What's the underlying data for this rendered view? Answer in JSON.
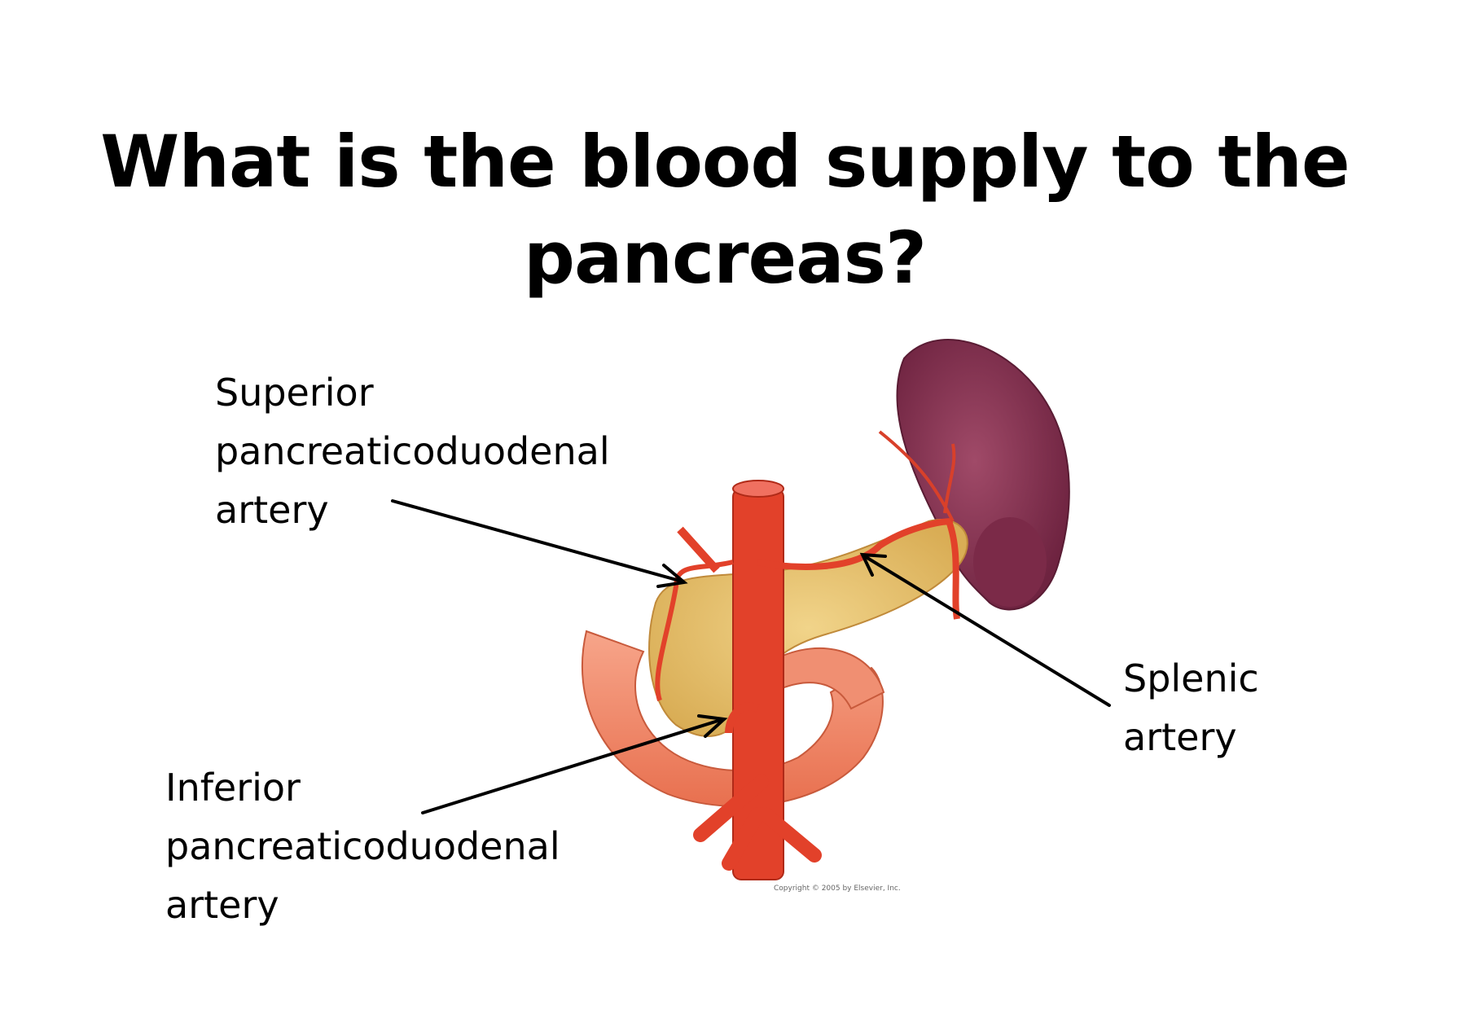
{
  "slide": {
    "title_line1": "What is the blood supply to the",
    "title_line2": "pancreas?",
    "labels": {
      "superior": [
        "Superior",
        "pancreaticoduodenal",
        "artery"
      ],
      "inferior": [
        "Inferior",
        "pancreaticoduodenal",
        "artery"
      ],
      "splenic": [
        "Splenic",
        "artery"
      ]
    },
    "copyright": "Copyright © 2005 by Elsevier, Inc."
  }
}
